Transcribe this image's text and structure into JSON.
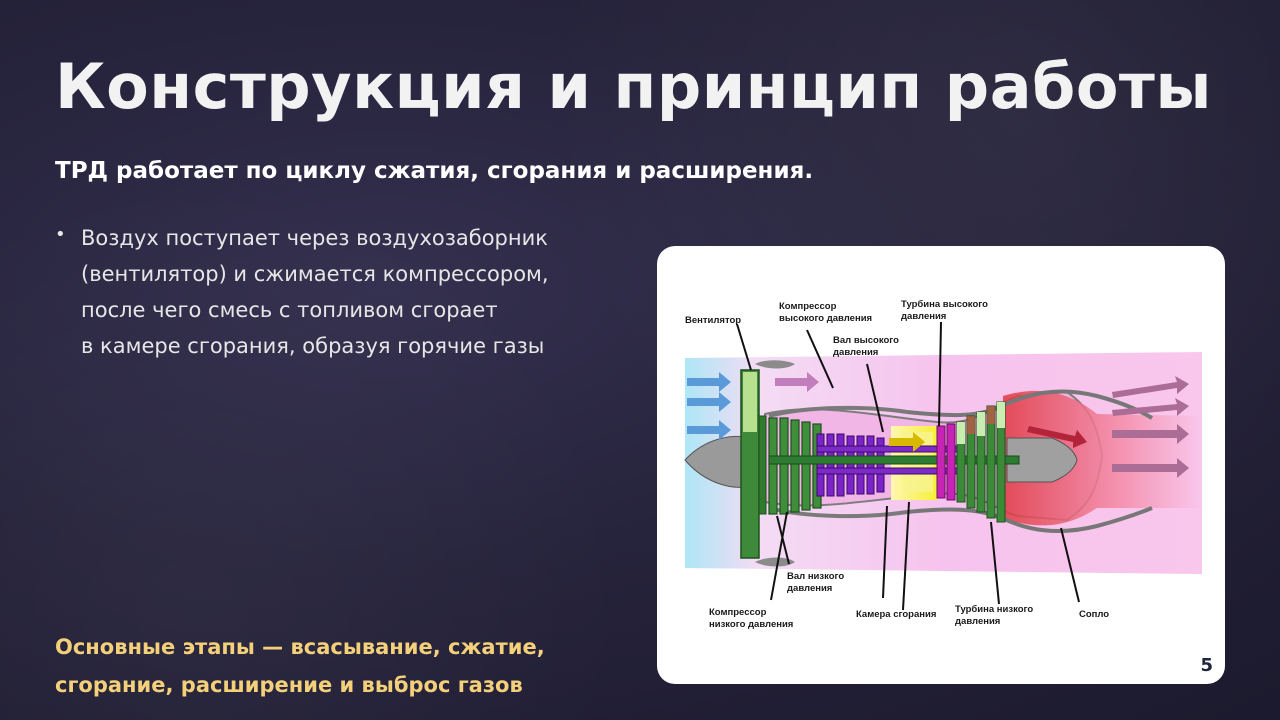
{
  "slide": {
    "title": "Конструкция и принцип работы",
    "subtitle": "ТРД работает по циклу сжатия, сгорания и расширения.",
    "bullets": [
      {
        "marker": "•",
        "lines": [
          "Воздух поступает через воздухозаборник",
          "(вентилятор) и сжимается компрессором,",
          "после чего смесь с топливом сгорает",
          "в камере сгорания, образуя горячие газы"
        ]
      }
    ],
    "highlight": [
      "Основные этапы — всасывание, сжатие,",
      "сгорание, расширение и выброс газов"
    ],
    "page_number": "5"
  },
  "diagram": {
    "labels": {
      "fan": "Вентилятор",
      "hp_compressor": [
        "Компрессор",
        "высокого давления"
      ],
      "hp_shaft": [
        "Вал высокого",
        "давления"
      ],
      "hp_turbine": [
        "Турбина высокого",
        "давления"
      ],
      "lp_shaft": [
        "Вал низкого",
        "давления"
      ],
      "lp_compressor": [
        "Компрессор",
        "низкого давления"
      ],
      "combustion_chamber": "Камера сгорания",
      "lp_turbine": [
        "Турбина низкого",
        "давления"
      ],
      "nozzle": "Сопло"
    }
  }
}
